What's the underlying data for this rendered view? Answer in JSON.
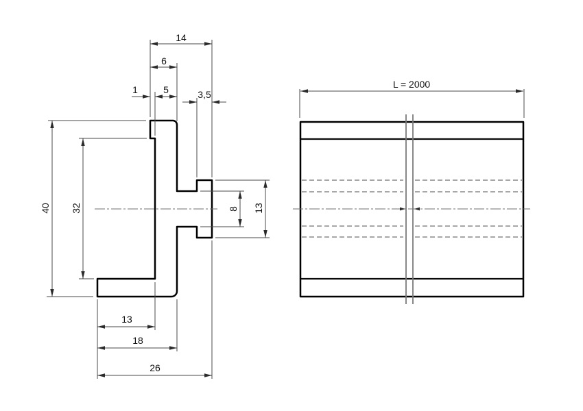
{
  "drawing": {
    "kind": "technical-drawing",
    "colors": {
      "outline": "#000000",
      "thin_line": "#4a4a4a",
      "hidden_line": "#8a8a8a",
      "centerline": "#6f6f6f",
      "text": "#111111",
      "background": "#ffffff"
    },
    "profile_view": {
      "dims": {
        "top_total_width": "14",
        "top_cap_width": "6",
        "step_width": "1",
        "stem_width": "5",
        "rib_width": "3,5",
        "total_height": "40",
        "inner_height": "32",
        "rib_neck_height": "8",
        "rib_height": "13",
        "foot_width": "13",
        "foot_stem_width": "18",
        "total_width": "26"
      }
    },
    "side_view": {
      "length_label": "L = 2000"
    }
  }
}
